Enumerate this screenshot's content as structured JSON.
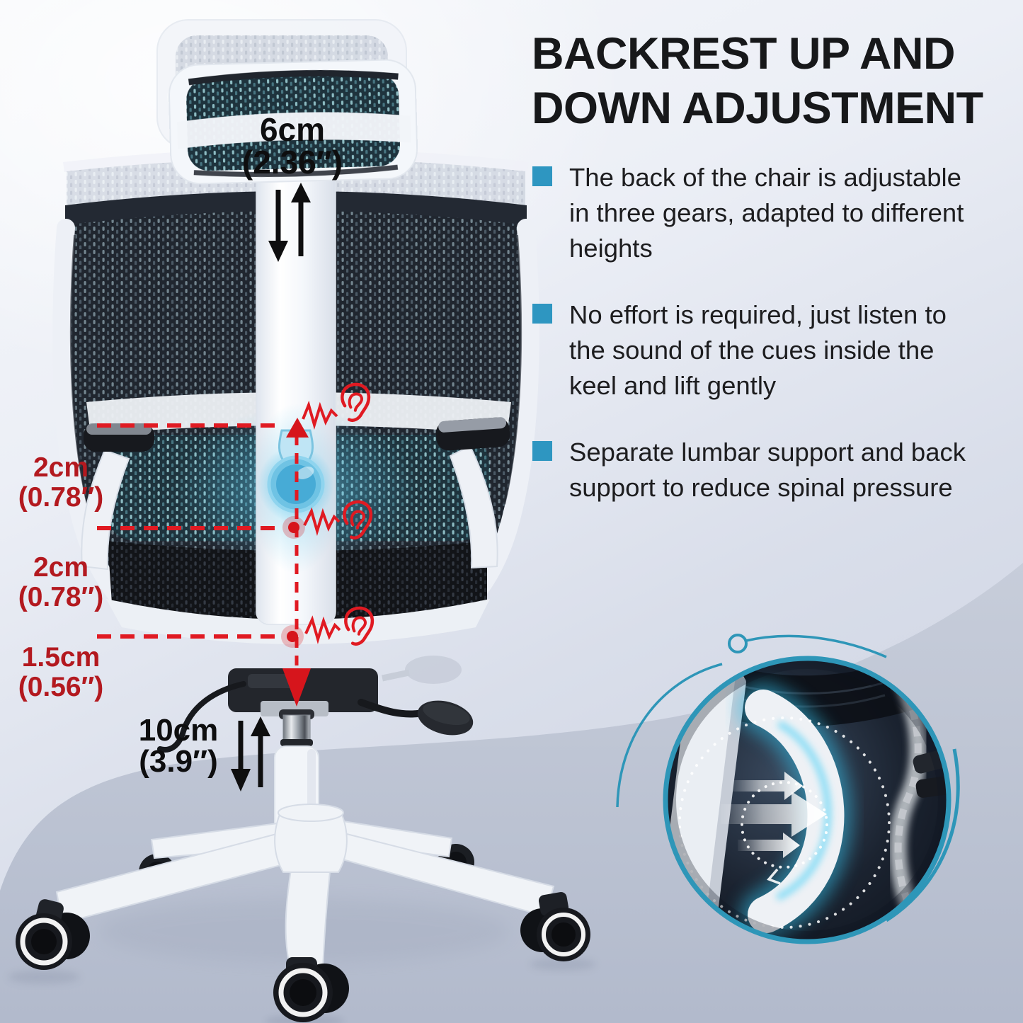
{
  "header": {
    "title_line1": "BACKREST UP AND",
    "title_line2": "DOWN ADJUSTMENT"
  },
  "features": [
    {
      "label": "The back of the chair is adjustable in three gears, adapted to different heights"
    },
    {
      "label": "No effort is required, just listen to the sound of the cues inside the keel and lift gently"
    },
    {
      "label": "Separate lumbar support and back support to reduce spinal pressure"
    }
  ],
  "annotations": {
    "headrest_travel": {
      "metric": "6cm",
      "imperial": "(2.36″)"
    },
    "gear_gap_1": {
      "metric": "2cm",
      "imperial": "(0.78″)"
    },
    "gear_gap_2": {
      "metric": "2cm",
      "imperial": "(0.78″)"
    },
    "gear_gap_3": {
      "metric": "1.5cm",
      "imperial": "(0.56″)"
    },
    "gas_lift_travel": {
      "metric": "10cm",
      "imperial": "(3.9″)"
    }
  },
  "colors": {
    "bullet_accent": "#2e96c1",
    "annotation_red": "#e01a22",
    "label_red": "#b3191f",
    "measure_black": "#0e0e0f",
    "knob_cyan": "#45b6e6",
    "inset_ring_teal": "#2e96b8"
  },
  "icons": {
    "bullet_marker": "square-bullet-icon",
    "ear": "ear-icon",
    "click_spring": "click-zigzag-icon",
    "red_up_arrow": "up-arrow-icon",
    "red_down_arrow": "down-arrow-icon",
    "double_arrow": "up-down-arrow-icon",
    "inset_arrows": "right-arrows-icon"
  }
}
